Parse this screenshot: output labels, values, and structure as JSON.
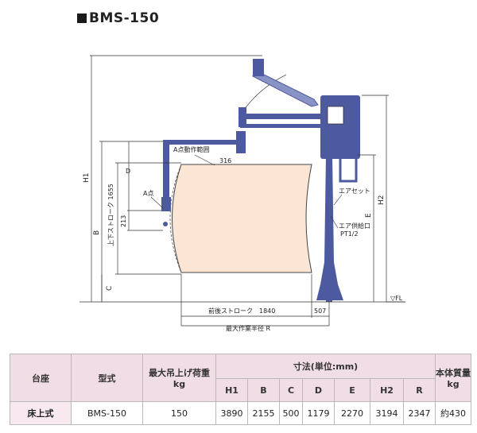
{
  "title": "BMS-150",
  "colors": {
    "machine": "#4e5a9f",
    "area_fill": "#fbe5d5",
    "header_bg": "#f1dde6",
    "border": "#b9b9b9"
  },
  "labels": {
    "area": "A点動作範囲",
    "dim316": "316",
    "pointA": "A点",
    "D": "D",
    "dim213": "213",
    "B": "B",
    "stroke_v": "上下ストローク 1655",
    "H1": "H1",
    "C": "C",
    "air_set": "エアセット",
    "air_inlet": "エア供給口",
    "pt": "PT1/2",
    "E": "E",
    "H2": "H2",
    "FL": "▽FL",
    "stroke_h": "前後ストローク　1840",
    "dim507": "507",
    "radius": "最大作業半径 R"
  },
  "table": {
    "headers": {
      "base": "台座",
      "model": "型式",
      "load": "最大吊上げ荷重",
      "load_unit": "kg",
      "dims": "寸法(単位:mm)",
      "mass": "本体質量",
      "mass_unit": "kg",
      "dim_cols": [
        "H1",
        "B",
        "C",
        "D",
        "E",
        "H2",
        "R"
      ]
    },
    "row": {
      "base": "床上式",
      "model": "BMS-150",
      "load": "150",
      "dims": [
        "3890",
        "2155",
        "500",
        "1179",
        "2270",
        "3194",
        "2347"
      ],
      "mass": "約430"
    }
  }
}
